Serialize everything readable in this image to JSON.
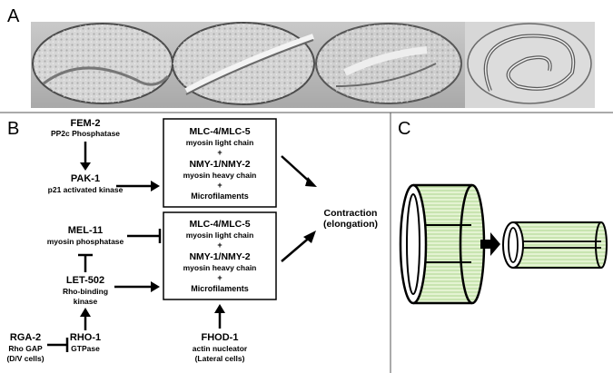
{
  "panels": {
    "a": "A",
    "b": "B",
    "c": "C"
  },
  "pathway": {
    "fem2": {
      "name": "FEM-2",
      "desc": "PP2c Phosphatase"
    },
    "pak1": {
      "name": "PAK-1",
      "desc": "p21 activated kinase"
    },
    "mel11": {
      "name": "MEL-11",
      "desc": "myosin phosphatase"
    },
    "let502": {
      "name": "LET-502",
      "desc1": "Rho-binding",
      "desc2": "kinase"
    },
    "rho1": {
      "name": "RHO-1",
      "desc": "GTPase"
    },
    "rga2": {
      "name": "RGA-2",
      "desc1": "Rho GAP",
      "desc2": "(D/V cells)"
    },
    "fhod1": {
      "name": "FHOD-1",
      "desc1": "actin nucleator",
      "desc2": "(Lateral cells)"
    },
    "box_top": {
      "l1": "MLC-4/MLC-5",
      "l2": "myosin light chain",
      "l3": "+",
      "l4": "NMY-1/NMY-2",
      "l5": "myosin heavy chain",
      "l6": "+",
      "l7": "Microfilaments"
    },
    "box_bottom": {
      "l1": "MLC-4/MLC-5",
      "l2": "myosin light chain",
      "l3": "+",
      "l4": "NMY-1/NMY-2",
      "l5": "myosin heavy chain",
      "l6": "+",
      "l7": "Microfilaments"
    },
    "outcome": {
      "l1": "Contraction",
      "l2": "(elongation)"
    }
  },
  "colors": {
    "cylinder_fill": "#e4f3d2",
    "cylinder_line": "#9fcf7c",
    "stroke": "#000000"
  }
}
